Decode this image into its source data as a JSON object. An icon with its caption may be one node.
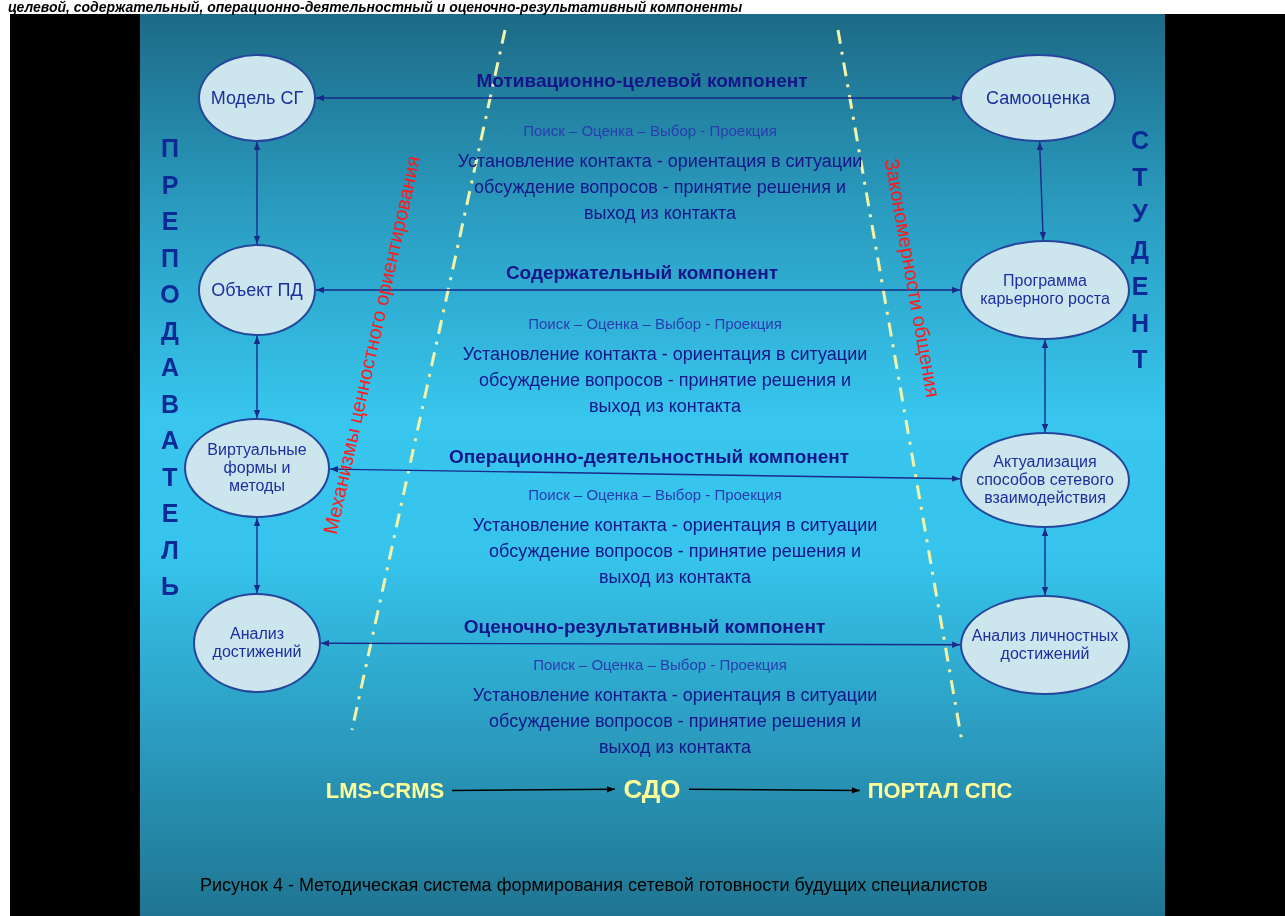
{
  "diagram": {
    "caption": "Рисунок 4 - Методическая система формирования сетевой готовности будущих специалистов",
    "nodes": [
      {
        "text": [
          "Модель СГ"
        ]
      },
      {
        "text": [
          "Объект ПД"
        ]
      },
      {
        "text": [
          "Виртуальные формы и методы"
        ]
      },
      {
        "text": [
          "Анализ достижений"
        ]
      },
      {
        "text": [
          "Самооценка"
        ]
      },
      {
        "text": [
          "Программа карьерного роста"
        ]
      },
      {
        "text": [
          "Актуализация способов сетевого взаимодействия"
        ]
      },
      {
        "text": [
          "Анализ личностных достижений"
        ]
      },
      {
        "text": [
          "LMS-CRMS"
        ]
      },
      {
        "text": [
          "СДО"
        ]
      },
      {
        "text": [
          "ПОРТАЛ СПС"
        ]
      }
    ],
    "edges": [
      {
        "from": 0,
        "to": 4,
        "arrow": "both",
        "label": "Мотивационно-целевой компонент"
      },
      {
        "from": 1,
        "to": 5,
        "arrow": "both",
        "label": "Содержательный компонент"
      },
      {
        "from": 2,
        "to": 6,
        "arrow": "both",
        "label": "Операционно-деятельностный компонент"
      },
      {
        "from": 3,
        "to": 7,
        "arrow": "both",
        "label": "Оценочно-результативный компонент"
      },
      {
        "from": 0,
        "to": 1,
        "arrow": "both"
      },
      {
        "from": 1,
        "to": 2,
        "arrow": "both"
      },
      {
        "from": 2,
        "to": 3,
        "arrow": "both"
      },
      {
        "from": 4,
        "to": 5,
        "arrow": "both"
      },
      {
        "from": 5,
        "to": 6,
        "arrow": "both"
      },
      {
        "from": 6,
        "to": 7,
        "arrow": "both"
      },
      {
        "from": 8,
        "to": 9,
        "arrow": "to",
        "color": "#000000"
      },
      {
        "from": 9,
        "to": 10,
        "arrow": "to",
        "color": "#000000"
      }
    ],
    "labels": [
      "целевой, содержательный, операционно-деятельностный и оценочно-результативный компоненты",
      "ПРЕПОДАВАТЕЛЬ",
      "СТУДЕНТ",
      "Механизмы ценностного ориентирования",
      "Закономерности общения",
      "Поиск – Оценка – Выбор - Проекция",
      "Установление контакта - ориентация в ситуации обсуждение вопросов - принятие решения и выход из контакта",
      "Поиск – Оценка – Выбор - Проекция",
      "Установление контакта - ориентация в ситуации обсуждение вопросов - принятие решения и выход из контакта",
      "Поиск – Оценка – Выбор - Проекция",
      "Установление контакта - ориентация в ситуации обсуждение вопросов - принятие решения и выход из контакта",
      "Поиск – Оценка – Выбор - Проекция",
      "Установление контакта - ориентация в ситуации обсуждение вопросов - принятие решения и выход из контакта"
    ]
  }
}
